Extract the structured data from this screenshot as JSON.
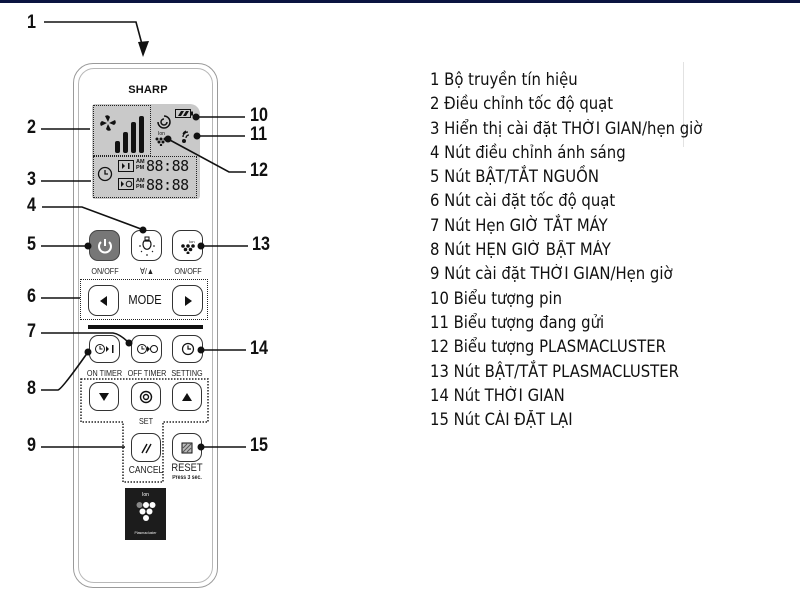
{
  "remote": {
    "brand": "SHARP",
    "lcd": {
      "timer_on_display": {
        "am": "AM",
        "pm": "PM",
        "digits": "88:88"
      },
      "timer_off_display": {
        "am": "AM",
        "pm": "PM",
        "digits": "88:88"
      },
      "ion_label": "Ion"
    },
    "buttons": {
      "on_off": "ON/OFF",
      "light": "Ɐ/▲",
      "plasmacluster_on_off": "ON/OFF",
      "mode": "MODE",
      "on_timer": "ON TIMER",
      "off_timer": "OFF TIMER",
      "setting": "SETTING",
      "set": "SET",
      "cancel": "CANCEL",
      "reset": "RESET",
      "reset_hint": "Press 3 sec."
    },
    "logo": {
      "ion": "Ion",
      "text": "Plasmacluster"
    }
  },
  "callouts": [
    "1",
    "2",
    "3",
    "4",
    "5",
    "6",
    "7",
    "8",
    "9",
    "10",
    "11",
    "12",
    "13",
    "14",
    "15"
  ],
  "legend": [
    "1 Bộ truyền tín hiệu",
    "2 Điều chỉnh tốc độ quạt",
    "3 Hiển thị cài đặt THỜI GIAN/hẹn giờ",
    "4 Nút điều chỉnh ánh sáng",
    "5 Nút BẬT/TẮT NGUỒN",
    "6 Nút cài đặt tốc độ quạt",
    "7 Nút Hẹn GIỜ TẮT MÁY",
    "8 Nút HẸN GIỜ BẬT MÁY",
    "9 Nút cài đặt THỜI GIAN/Hẹn giờ",
    "10 Biểu tượng pin",
    "11 Biểu tượng đang gửi",
    "12 Biểu tượng PLASMACLUSTER",
    "13 Nút BẬT/TẮT PLASMACLUSTER",
    "14 Nút THỜI GIAN",
    "15 Nút CÀI ĐẶT LẠI"
  ],
  "colors": {
    "top_bar": "#0a1440",
    "lcd": "#c9c9c9",
    "power_button": "#777777"
  }
}
